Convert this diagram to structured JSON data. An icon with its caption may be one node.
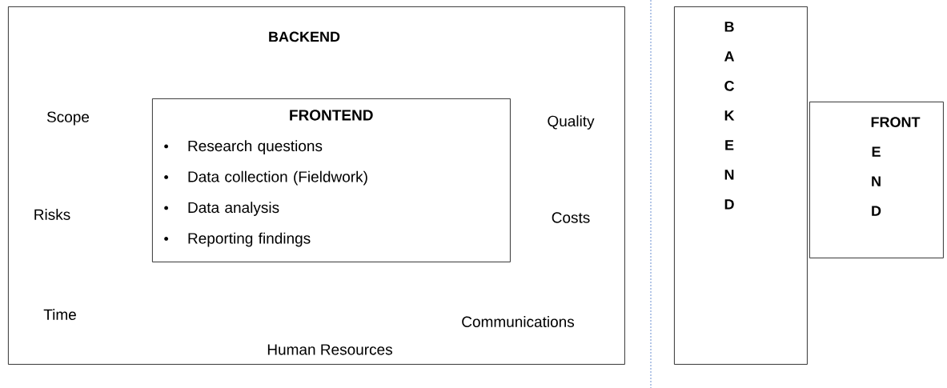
{
  "diagram": {
    "nodes": [
      {
        "text": [
          "BACKEND"
        ]
      },
      {
        "text": [
          "FRONTEND",
          "Research questions",
          "Data collection (Fieldwork)",
          "Data analysis",
          "Reporting findings"
        ],
        "in": 0
      },
      {
        "text": [
          "B A C K E N D"
        ]
      },
      {
        "text": [
          "FRONT E N D"
        ]
      }
    ],
    "labels": [
      "Scope",
      "Quality",
      "Risks",
      "Costs",
      "Time",
      "Communications",
      "Human Resources"
    ]
  }
}
